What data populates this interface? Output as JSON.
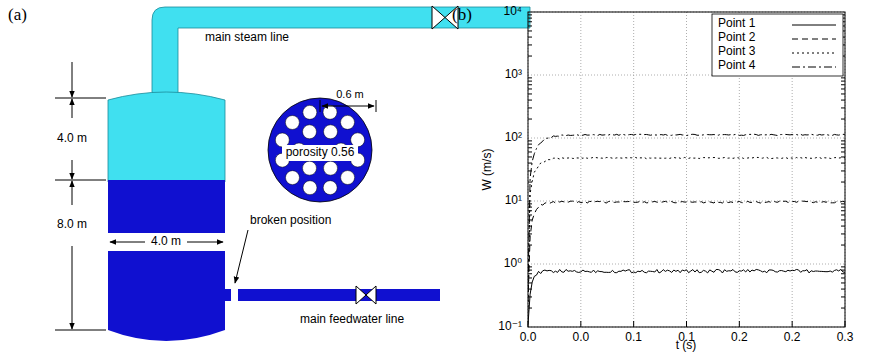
{
  "diagram": {
    "nodes": [
      {
        "text": [
          "porosity 0.56"
        ]
      }
    ],
    "labels": [
      "(a)",
      "(b)",
      "main steam line",
      "4.0 m",
      "8.0 m",
      "4.0 m",
      "0.6 m",
      "broken position",
      "main feedwater line",
      "10⁴",
      "10³",
      "10²",
      "10¹",
      "10⁰",
      "10⁻¹",
      "0.0",
      "0.0",
      "0.1",
      "0.1",
      "0.2",
      "0.2",
      "0.3",
      "W (m/s)",
      "t (s)"
    ],
    "legend": [
      {
        "text": "Point 1"
      },
      {
        "text": "Point 2"
      },
      {
        "text": "Point 3"
      },
      {
        "text": "Point 4"
      }
    ]
  }
}
